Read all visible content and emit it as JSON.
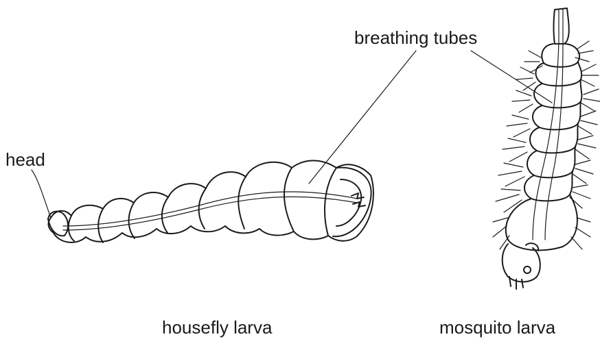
{
  "labels": {
    "head": "head",
    "breathing_tubes": "breathing tubes",
    "housefly_caption": "housefly larva",
    "mosquito_caption": "mosquito larva"
  },
  "colors": {
    "ink": "#1a1a1a",
    "background": "#ffffff"
  }
}
